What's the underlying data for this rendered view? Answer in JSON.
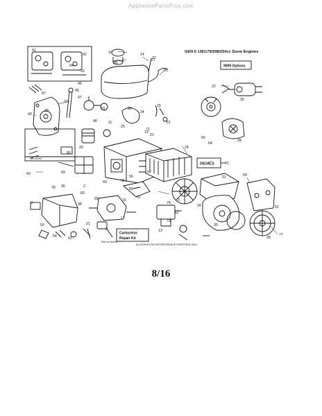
{
  "watermark": "AppliancePartsPros.com",
  "header": {
    "title": "GEN II 136/179/208/254cc Snow Engines",
    "options_box": "9999 Options"
  },
  "boxes": {
    "decals": "DECALS",
    "carb_kit_line1": "Carburetor",
    "carb_kit_line2": "Repair Kit",
    "footer_note": "ILLUSTRATION FOR REFERENCE PURPOSES ONLY",
    "small_note_1": "*See kit list",
    "small_note_2": "Part not shown"
  },
  "part_labels": [
    "91",
    "92",
    "87",
    "93",
    "94",
    "46",
    "45",
    "47",
    "37",
    "81",
    "10",
    "14",
    "37",
    "85",
    "26",
    "22",
    "35",
    "39",
    "80",
    "15",
    "34",
    "40",
    "48",
    "11",
    "20",
    "86",
    "57",
    "28",
    "61",
    "71",
    "21",
    "60",
    "56",
    "16",
    "69",
    "79",
    "24",
    "72",
    "43",
    "36",
    "2",
    "78",
    "49",
    "55",
    "58",
    "59",
    "65",
    "74",
    "51",
    "38",
    "9",
    "30",
    "52",
    "83",
    "29",
    "19",
    "73",
    "62",
    "64",
    "3",
    "50",
    "54",
    "53",
    "17",
    "21",
    "25",
    "13",
    "2",
    "28",
    "77",
    "27"
  ],
  "page_number": "8/16"
}
